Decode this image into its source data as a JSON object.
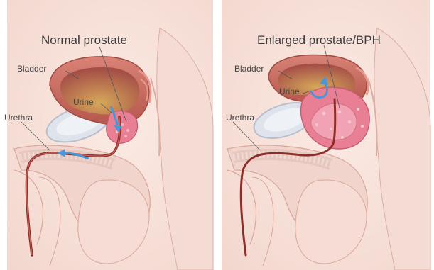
{
  "panels": [
    {
      "title": "Normal prostate",
      "labels": {
        "bladder": "Bladder",
        "urine": "Urine",
        "urethra": "Urethra"
      }
    },
    {
      "title": "Enlarged prostate/BPH",
      "labels": {
        "bladder": "Bladder",
        "urine": "Urine",
        "urethra": "Urethra"
      }
    }
  ],
  "colors": {
    "skin": "#f7e3dc",
    "tissue": "#eec3bb",
    "bladder_wall": "#c96c62",
    "bladder_inner": "#a85149",
    "prostate": "#e87f94",
    "urethra": "#8c2f2a",
    "arrow": "#4a97d8",
    "bone": "#d9dde8",
    "penis": "#f1d4cc"
  }
}
